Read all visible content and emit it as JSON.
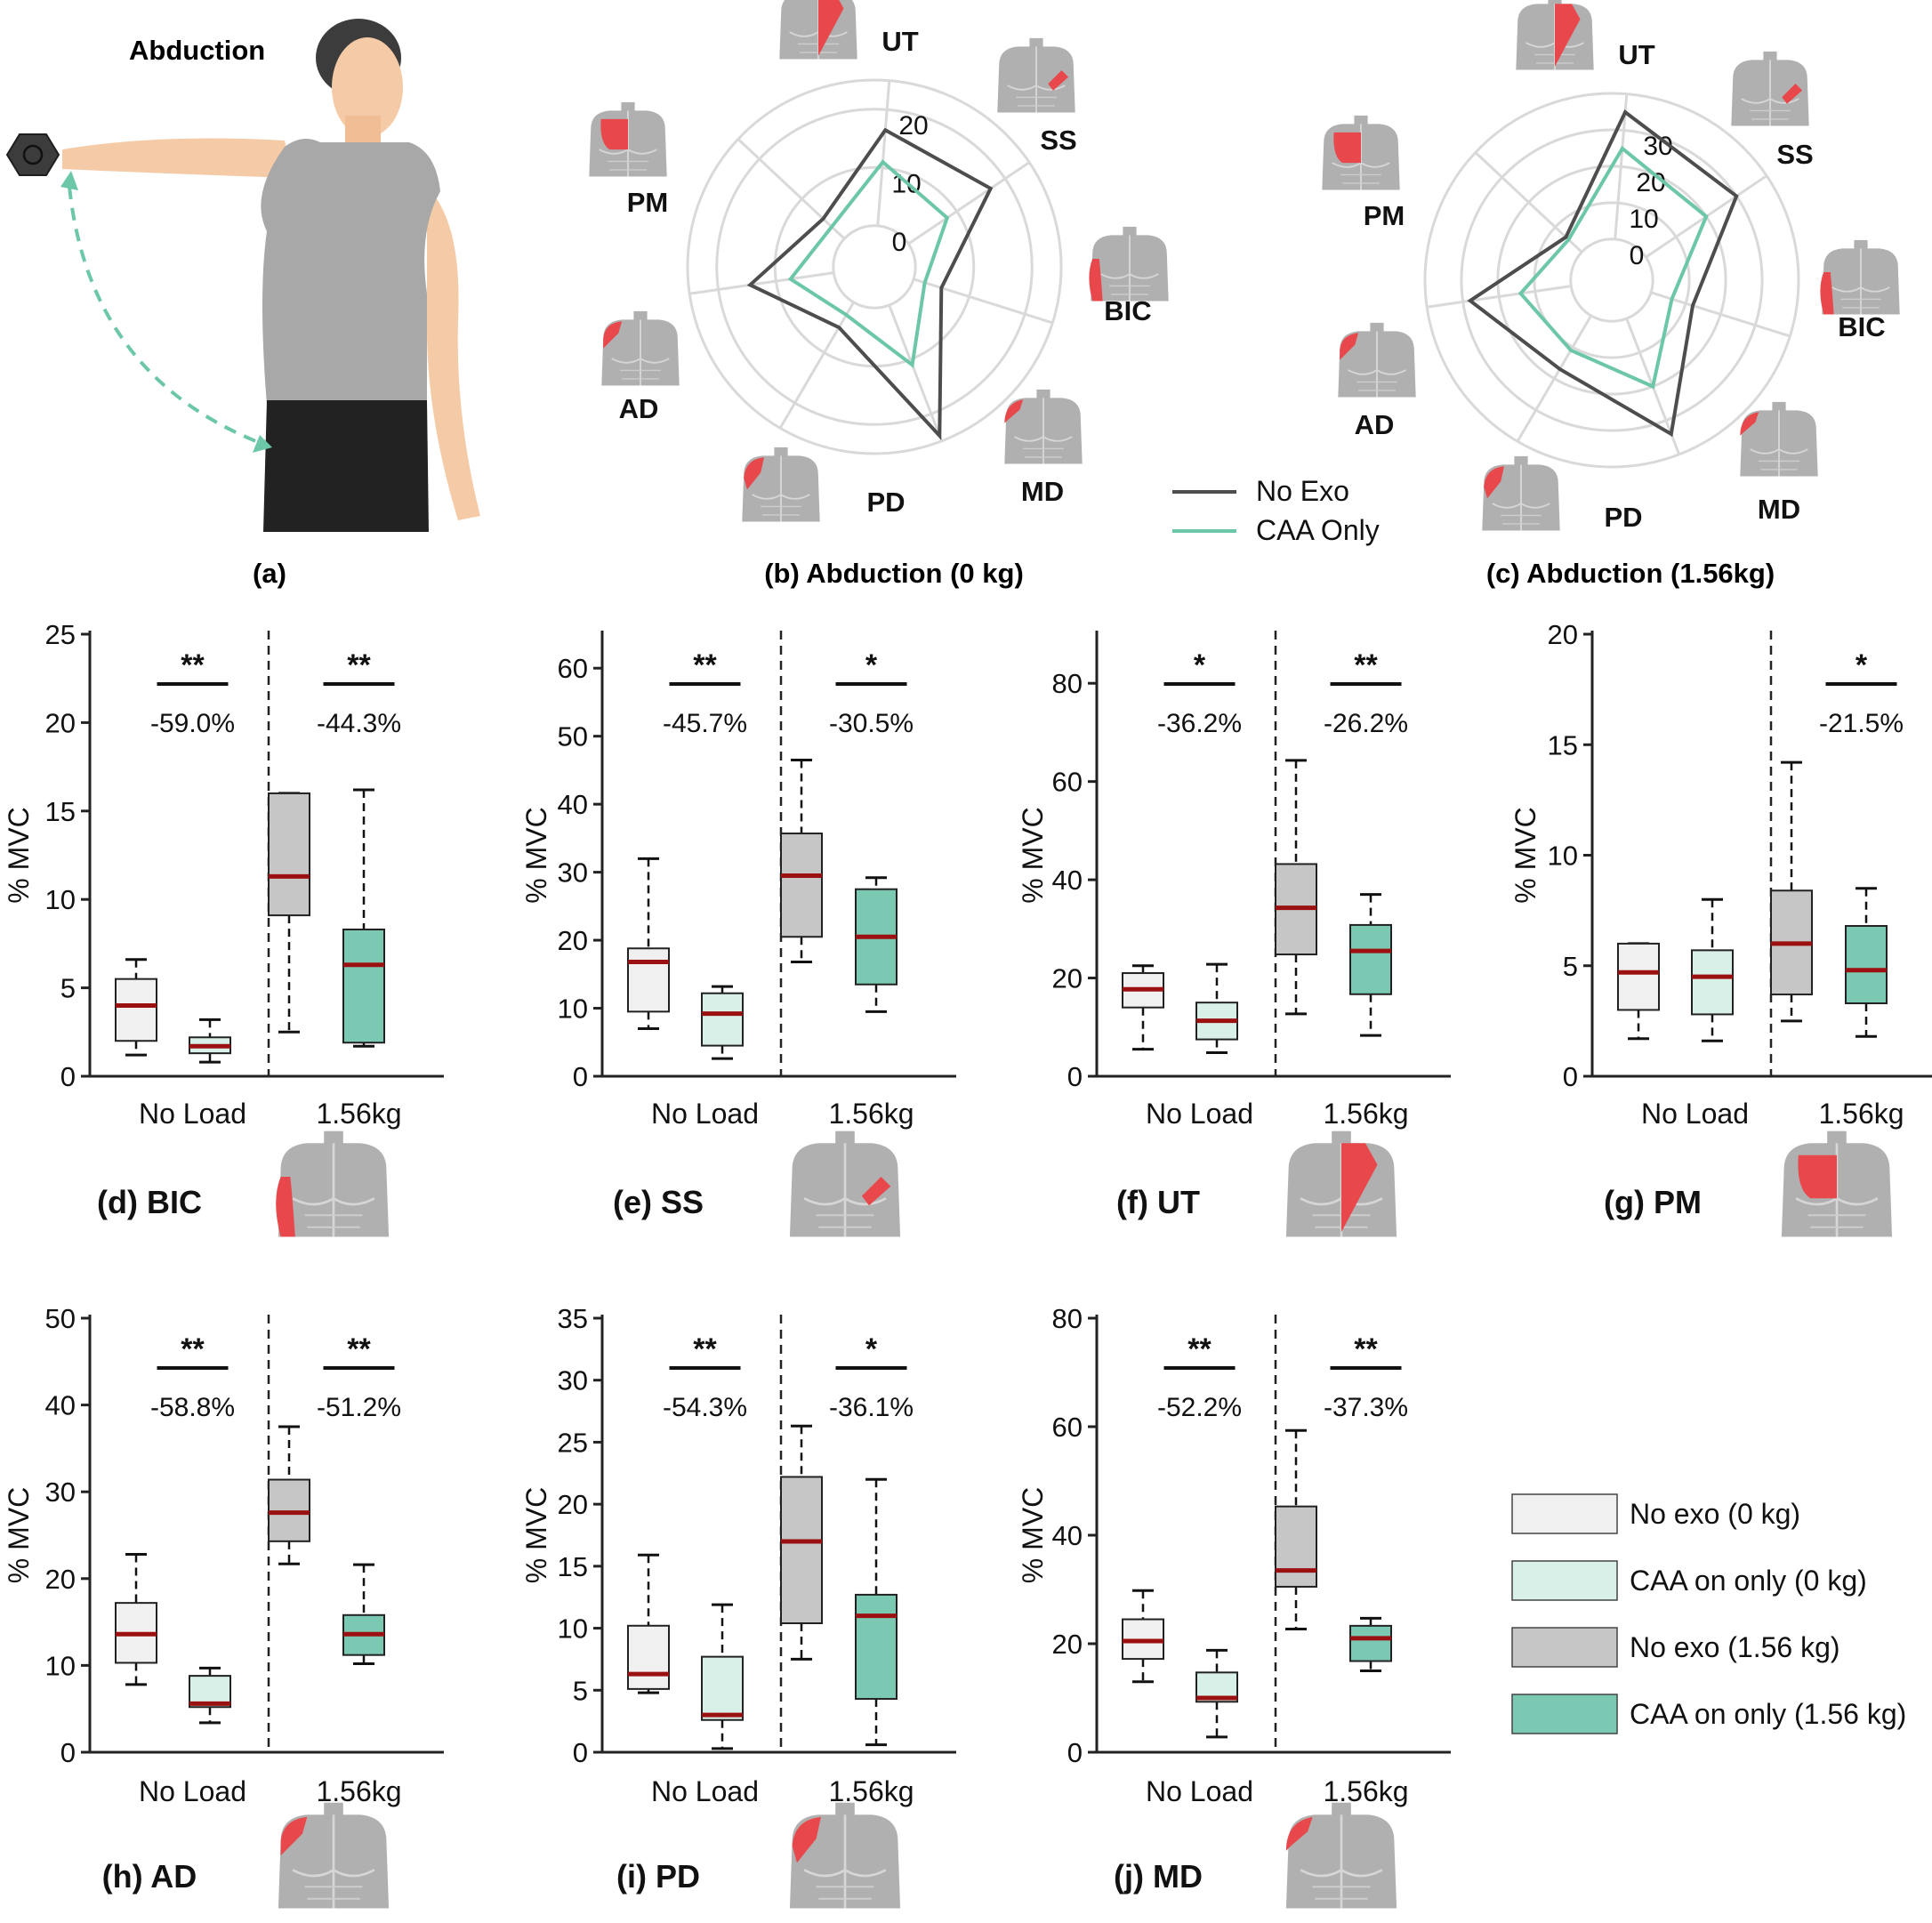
{
  "colors": {
    "no_exo": "#4d4d4d",
    "caa_only": "#6cc7a8",
    "median": "#9b1111",
    "muscle_red": "#e8474c",
    "body_gray": "#b0b0b0",
    "box_noexo_0": "#f0f0f0",
    "box_caa_0": "#d8f0e8",
    "box_noexo_156": "#c6c6c6",
    "box_caa_156": "#7cc9b3"
  },
  "panel_a": {
    "title": "Abduction",
    "caption": "(a)",
    "icons": [
      "person-icon",
      "dumbbell-icon",
      "dashed-arrow-icon"
    ]
  },
  "legend_radar": {
    "no_exo": "No Exo",
    "caa_only": "CAA Only"
  },
  "legend_box": {
    "items": [
      "No exo (0 kg)",
      "CAA on only (0 kg)",
      "No exo (1.56 kg)",
      "CAA on only (1.56 kg)"
    ]
  },
  "chart_data": [
    {
      "type": "radar",
      "caption": "(b) Abduction (0 kg)",
      "axes": [
        "UT",
        "SS",
        "BIC",
        "MD",
        "PD",
        "AD",
        "PM"
      ],
      "rmax": 25,
      "rticks": [
        0,
        10,
        20
      ],
      "series": [
        {
          "name": "No Exo",
          "values": [
            16.5,
            17.0,
            5.0,
            24.0,
            5.0,
            14.5,
            5.0
          ]
        },
        {
          "name": "CAA Only",
          "values": [
            11.0,
            8.0,
            2.0,
            11.0,
            2.5,
            7.5,
            3.0
          ]
        }
      ]
    },
    {
      "type": "radar",
      "caption": "(c) Abduction (1.56kg)",
      "axes": [
        "UT",
        "SS",
        "BIC",
        "MD",
        "PD",
        "AD",
        "PM"
      ],
      "rmax": 40,
      "rticks": [
        0,
        10,
        20,
        30
      ],
      "series": [
        {
          "name": "No Exo",
          "values": [
            35.0,
            30.0,
            12.0,
            34.0,
            17.0,
            28.0,
            6.0
          ]
        },
        {
          "name": "CAA Only",
          "values": [
            25.0,
            20.0,
            6.0,
            20.0,
            11.0,
            14.0,
            5.0
          ]
        }
      ]
    },
    {
      "type": "box",
      "caption_prefix": "(d)",
      "muscle": "BIC",
      "ylabel": "% MVC",
      "ylim": [
        0,
        25
      ],
      "yticks": [
        0,
        5,
        10,
        15,
        20,
        25
      ],
      "groups": [
        "No Load",
        "1.56kg"
      ],
      "significance": [
        {
          "stars": "**",
          "change": "-59.0%"
        },
        {
          "stars": "**",
          "change": "-44.3%"
        }
      ],
      "boxes": [
        {
          "series": "No exo (0 kg)",
          "min": 1.2,
          "q1": 2.0,
          "median": 4.0,
          "q3": 5.5,
          "max": 6.6
        },
        {
          "series": "CAA on only (0 kg)",
          "min": 0.8,
          "q1": 1.3,
          "median": 1.7,
          "q3": 2.2,
          "max": 3.2
        },
        {
          "series": "No exo (1.56 kg)",
          "min": 2.5,
          "q1": 9.1,
          "median": 11.3,
          "q3": 16.0,
          "max": 16.0
        },
        {
          "series": "CAA on only (1.56 kg)",
          "min": 1.7,
          "q1": 1.9,
          "median": 6.3,
          "q3": 8.3,
          "max": 16.2
        }
      ]
    },
    {
      "type": "box",
      "caption_prefix": "(e)",
      "muscle": "SS",
      "ylabel": "% MVC",
      "ylim": [
        0,
        65
      ],
      "yticks": [
        0,
        10,
        20,
        30,
        40,
        50,
        60
      ],
      "groups": [
        "No Load",
        "1.56kg"
      ],
      "significance": [
        {
          "stars": "**",
          "change": "-45.7%"
        },
        {
          "stars": "*",
          "change": "-30.5%"
        }
      ],
      "boxes": [
        {
          "series": "No exo (0 kg)",
          "min": 7.0,
          "q1": 9.5,
          "median": 16.8,
          "q3": 18.8,
          "max": 32.0
        },
        {
          "series": "CAA on only (0 kg)",
          "min": 2.6,
          "q1": 4.5,
          "median": 9.2,
          "q3": 12.2,
          "max": 13.2
        },
        {
          "series": "No exo (1.56 kg)",
          "min": 16.8,
          "q1": 20.5,
          "median": 29.5,
          "q3": 35.7,
          "max": 46.5
        },
        {
          "series": "CAA on only (1.56 kg)",
          "min": 9.5,
          "q1": 13.5,
          "median": 20.5,
          "q3": 27.5,
          "max": 29.2
        }
      ]
    },
    {
      "type": "box",
      "caption_prefix": "(f)",
      "muscle": "UT",
      "ylabel": "% MVC",
      "ylim": [
        0,
        90
      ],
      "yticks": [
        0,
        20,
        40,
        60,
        80
      ],
      "groups": [
        "No Load",
        "1.56kg"
      ],
      "significance": [
        {
          "stars": "*",
          "change": "-36.2%"
        },
        {
          "stars": "**",
          "change": "-26.2%"
        }
      ],
      "boxes": [
        {
          "series": "No exo (0 kg)",
          "min": 5.5,
          "q1": 14.0,
          "median": 17.7,
          "q3": 21.0,
          "max": 22.5
        },
        {
          "series": "CAA on only (0 kg)",
          "min": 4.8,
          "q1": 7.5,
          "median": 11.3,
          "q3": 15.0,
          "max": 22.8
        },
        {
          "series": "No exo (1.56 kg)",
          "min": 12.7,
          "q1": 24.8,
          "median": 34.3,
          "q3": 43.2,
          "max": 64.3
        },
        {
          "series": "CAA on only (1.56 kg)",
          "min": 8.3,
          "q1": 16.7,
          "median": 25.5,
          "q3": 30.8,
          "max": 37.0
        }
      ]
    },
    {
      "type": "box",
      "caption_prefix": "(g)",
      "muscle": "PM",
      "ylabel": "% MVC",
      "ylim": [
        0,
        20
      ],
      "yticks": [
        0,
        5,
        10,
        15,
        20
      ],
      "groups": [
        "No Load",
        "1.56kg"
      ],
      "significance": [
        null,
        {
          "stars": "*",
          "change": "-21.5%"
        }
      ],
      "boxes": [
        {
          "series": "No exo (0 kg)",
          "min": 1.7,
          "q1": 3.0,
          "median": 4.7,
          "q3": 6.0,
          "max": 6.0
        },
        {
          "series": "CAA on only (0 kg)",
          "min": 1.6,
          "q1": 2.8,
          "median": 4.5,
          "q3": 5.7,
          "max": 8.0
        },
        {
          "series": "No exo (1.56 kg)",
          "min": 2.5,
          "q1": 3.7,
          "median": 6.0,
          "q3": 8.4,
          "max": 14.2
        },
        {
          "series": "CAA on only (1.56 kg)",
          "min": 1.8,
          "q1": 3.3,
          "median": 4.8,
          "q3": 6.8,
          "max": 8.5
        }
      ]
    },
    {
      "type": "box",
      "caption_prefix": "(h)",
      "muscle": "AD",
      "ylabel": "% MVC",
      "ylim": [
        0,
        50
      ],
      "yticks": [
        0,
        10,
        20,
        30,
        40,
        50
      ],
      "groups": [
        "No Load",
        "1.56kg"
      ],
      "significance": [
        {
          "stars": "**",
          "change": "-58.8%"
        },
        {
          "stars": "**",
          "change": "-51.2%"
        }
      ],
      "boxes": [
        {
          "series": "No exo (0 kg)",
          "min": 7.8,
          "q1": 10.3,
          "median": 13.6,
          "q3": 17.2,
          "max": 22.8
        },
        {
          "series": "CAA on only (0 kg)",
          "min": 3.4,
          "q1": 5.2,
          "median": 5.6,
          "q3": 8.8,
          "max": 9.7
        },
        {
          "series": "No exo (1.56 kg)",
          "min": 21.7,
          "q1": 24.3,
          "median": 27.6,
          "q3": 31.4,
          "max": 37.5
        },
        {
          "series": "CAA on only (1.56 kg)",
          "min": 10.2,
          "q1": 11.2,
          "median": 13.6,
          "q3": 15.8,
          "max": 21.6
        }
      ]
    },
    {
      "type": "box",
      "caption_prefix": "(i)",
      "muscle": "PD",
      "ylabel": "% MVC",
      "ylim": [
        0,
        35
      ],
      "yticks": [
        0,
        5,
        10,
        15,
        20,
        25,
        30,
        35
      ],
      "groups": [
        "No Load",
        "1.56kg"
      ],
      "significance": [
        {
          "stars": "**",
          "change": "-54.3%"
        },
        {
          "stars": "*",
          "change": "-36.1%"
        }
      ],
      "boxes": [
        {
          "series": "No exo (0 kg)",
          "min": 4.8,
          "q1": 5.1,
          "median": 6.3,
          "q3": 10.2,
          "max": 15.9
        },
        {
          "series": "CAA on only (0 kg)",
          "min": 0.3,
          "q1": 2.6,
          "median": 3.0,
          "q3": 7.7,
          "max": 11.9
        },
        {
          "series": "No exo (1.56 kg)",
          "min": 7.5,
          "q1": 10.4,
          "median": 17.0,
          "q3": 22.2,
          "max": 26.3
        },
        {
          "series": "CAA on only (1.56 kg)",
          "min": 0.6,
          "q1": 4.3,
          "median": 11.0,
          "q3": 12.7,
          "max": 22.0
        }
      ]
    },
    {
      "type": "box",
      "caption_prefix": "(j)",
      "muscle": "MD",
      "ylabel": "% MVC",
      "ylim": [
        0,
        80
      ],
      "yticks": [
        0,
        20,
        40,
        60,
        80
      ],
      "groups": [
        "No Load",
        "1.56kg"
      ],
      "significance": [
        {
          "stars": "**",
          "change": "-52.2%"
        },
        {
          "stars": "**",
          "change": "-37.3%"
        }
      ],
      "boxes": [
        {
          "series": "No exo (0 kg)",
          "min": 13.0,
          "q1": 17.2,
          "median": 20.5,
          "q3": 24.5,
          "max": 29.8
        },
        {
          "series": "CAA on only (0 kg)",
          "min": 2.8,
          "q1": 9.3,
          "median": 10.0,
          "q3": 14.7,
          "max": 18.8
        },
        {
          "series": "No exo (1.56 kg)",
          "min": 22.7,
          "q1": 30.5,
          "median": 33.5,
          "q3": 45.3,
          "max": 59.3
        },
        {
          "series": "CAA on only (1.56 kg)",
          "min": 15.0,
          "q1": 16.8,
          "median": 21.0,
          "q3": 23.3,
          "max": 24.7
        }
      ]
    }
  ]
}
